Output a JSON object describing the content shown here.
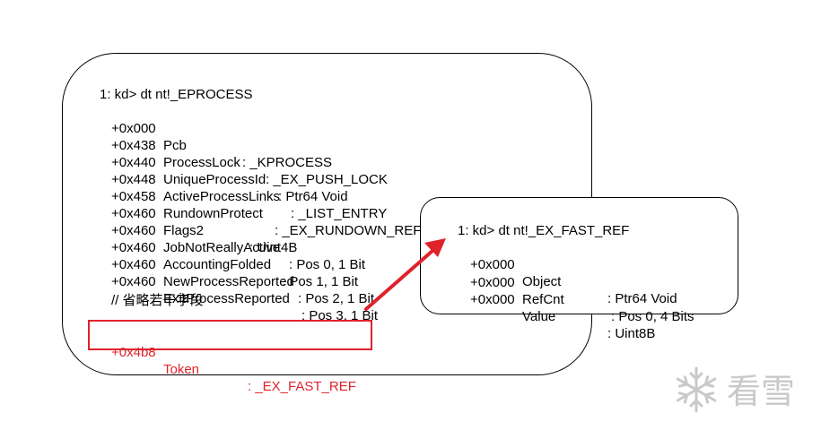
{
  "eprocess_panel": {
    "command": "1: kd> dt nt!_EPROCESS",
    "fields": [
      {
        "offset": "+0x000",
        "name": "Pcb",
        "type": ": _KPROCESS"
      },
      {
        "offset": "+0x438",
        "name": "ProcessLock",
        "type": ": _EX_PUSH_LOCK"
      },
      {
        "offset": "+0x440",
        "name": "UniqueProcessId",
        "type": ": Ptr64 Void"
      },
      {
        "offset": "+0x448",
        "name": "ActiveProcessLinks",
        "type": ": _LIST_ENTRY"
      },
      {
        "offset": "+0x458",
        "name": "RundownProtect",
        "type": ": _EX_RUNDOWN_REF"
      },
      {
        "offset": "+0x460",
        "name": "Flags2",
        "type": ": Uint4B"
      },
      {
        "offset": "+0x460",
        "name": "JobNotReallyActive",
        "type": ": Pos 0, 1 Bit"
      },
      {
        "offset": "+0x460",
        "name": "AccountingFolded",
        "type": ": Pos 1, 1 Bit"
      },
      {
        "offset": "+0x460",
        "name": "NewProcessReported",
        "type": ": Pos 2, 1 Bit"
      },
      {
        "offset": "+0x460",
        "name": "ExitProcessReported",
        "type": ": Pos 3, 1 Bit"
      }
    ],
    "comment": "// 省略若干字段",
    "token": {
      "offset": "+0x4b8",
      "name": "Token",
      "type": ": _EX_FAST_REF"
    }
  },
  "fastref_panel": {
    "command": "1: kd> dt nt!_EX_FAST_REF",
    "fields": [
      {
        "offset": "+0x000",
        "name": "Object",
        "type": ": Ptr64 Void"
      },
      {
        "offset": "+0x000",
        "name": "RefCnt",
        "type": ": Pos 0, 4 Bits"
      },
      {
        "offset": "+0x000",
        "name": "Value",
        "type": ": Uint8B"
      }
    ]
  },
  "watermark": {
    "text": "看雪",
    "icon": "snowflake-icon"
  },
  "colors": {
    "highlight": "#e0222b",
    "border": "#000000",
    "watermark": "#c9c9c9"
  }
}
